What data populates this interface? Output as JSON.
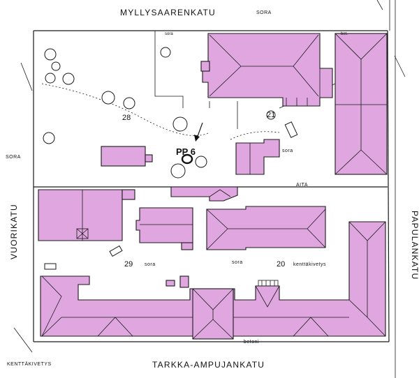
{
  "streets": {
    "north": "MYLLYSAARENKATU",
    "south": "TARKKA-AMPUJANKATU",
    "west": "VUORIKATU",
    "east": "PAPULANKATU"
  },
  "surfaces": {
    "north_sora": "SORA",
    "west_sora": "SORA",
    "south_kenttakivetys": "KENTTÄKIVETYS",
    "top_sora": "sora",
    "top_bet": "bet.",
    "yard_sora": "sora",
    "aita": "AITA",
    "lot29_sora": "sora",
    "mid_sora": "sora",
    "lot20_surface": "kenttäkivetys",
    "bottom_betoni": "betoni"
  },
  "lots": {
    "lot28": "28",
    "lot21": "21",
    "lot29": "29",
    "lot20": "20"
  },
  "marker": {
    "label": "PP 6"
  },
  "colors": {
    "building_fill": "#e0a6e0",
    "outline": "#1a1a1a",
    "background": "#ffffff"
  }
}
